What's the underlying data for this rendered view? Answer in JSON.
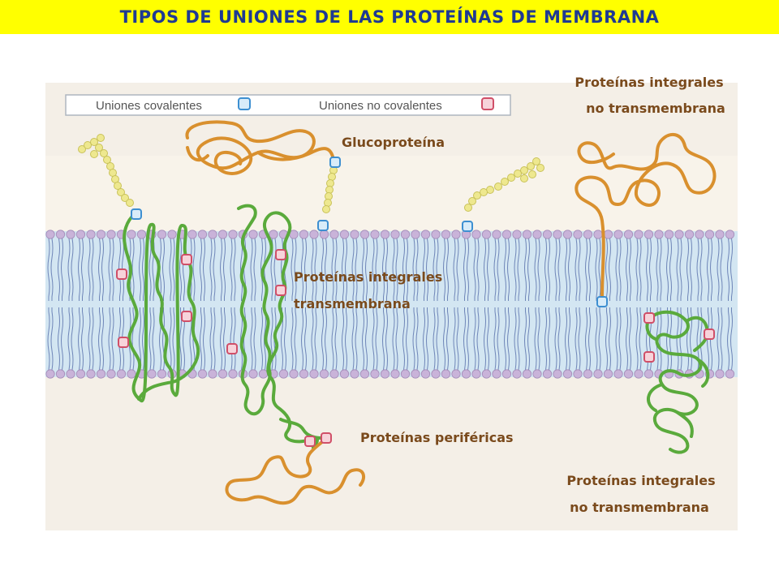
{
  "title": "TIPOS DE UNIONES DE LAS PROTEÍNAS DE MEMBRANA",
  "legend": {
    "covalent": "Uniones covalentes",
    "noncovalent": "Uniones no covalentes"
  },
  "labels": {
    "glycoprotein": "Glucoproteína",
    "integral_trans_1": "Proteínas integrales",
    "integral_trans_2": "transmembrana",
    "peripheral": "Proteínas periféricas",
    "integral_non_top_1": "Proteínas integrales",
    "integral_non_top_2": "no transmembrana",
    "integral_non_bottom_1": "Proteínas integrales",
    "integral_non_bottom_2": "no transmembrana"
  },
  "colors": {
    "title_bg": "#ffff00",
    "title_text": "#1f3a93",
    "label_text": "#7a4a1c",
    "membrane_bg": "#cfe3f0",
    "lipid_head": "#c9b3d9",
    "lipid_tail": "#6f86b8",
    "green_protein": "#5aaa3c",
    "orange_protein": "#d9902e",
    "sugar_chain": "#e5df7a",
    "covalent_marker": "#3d8fd1",
    "noncovalent_marker": "#d04f68"
  }
}
